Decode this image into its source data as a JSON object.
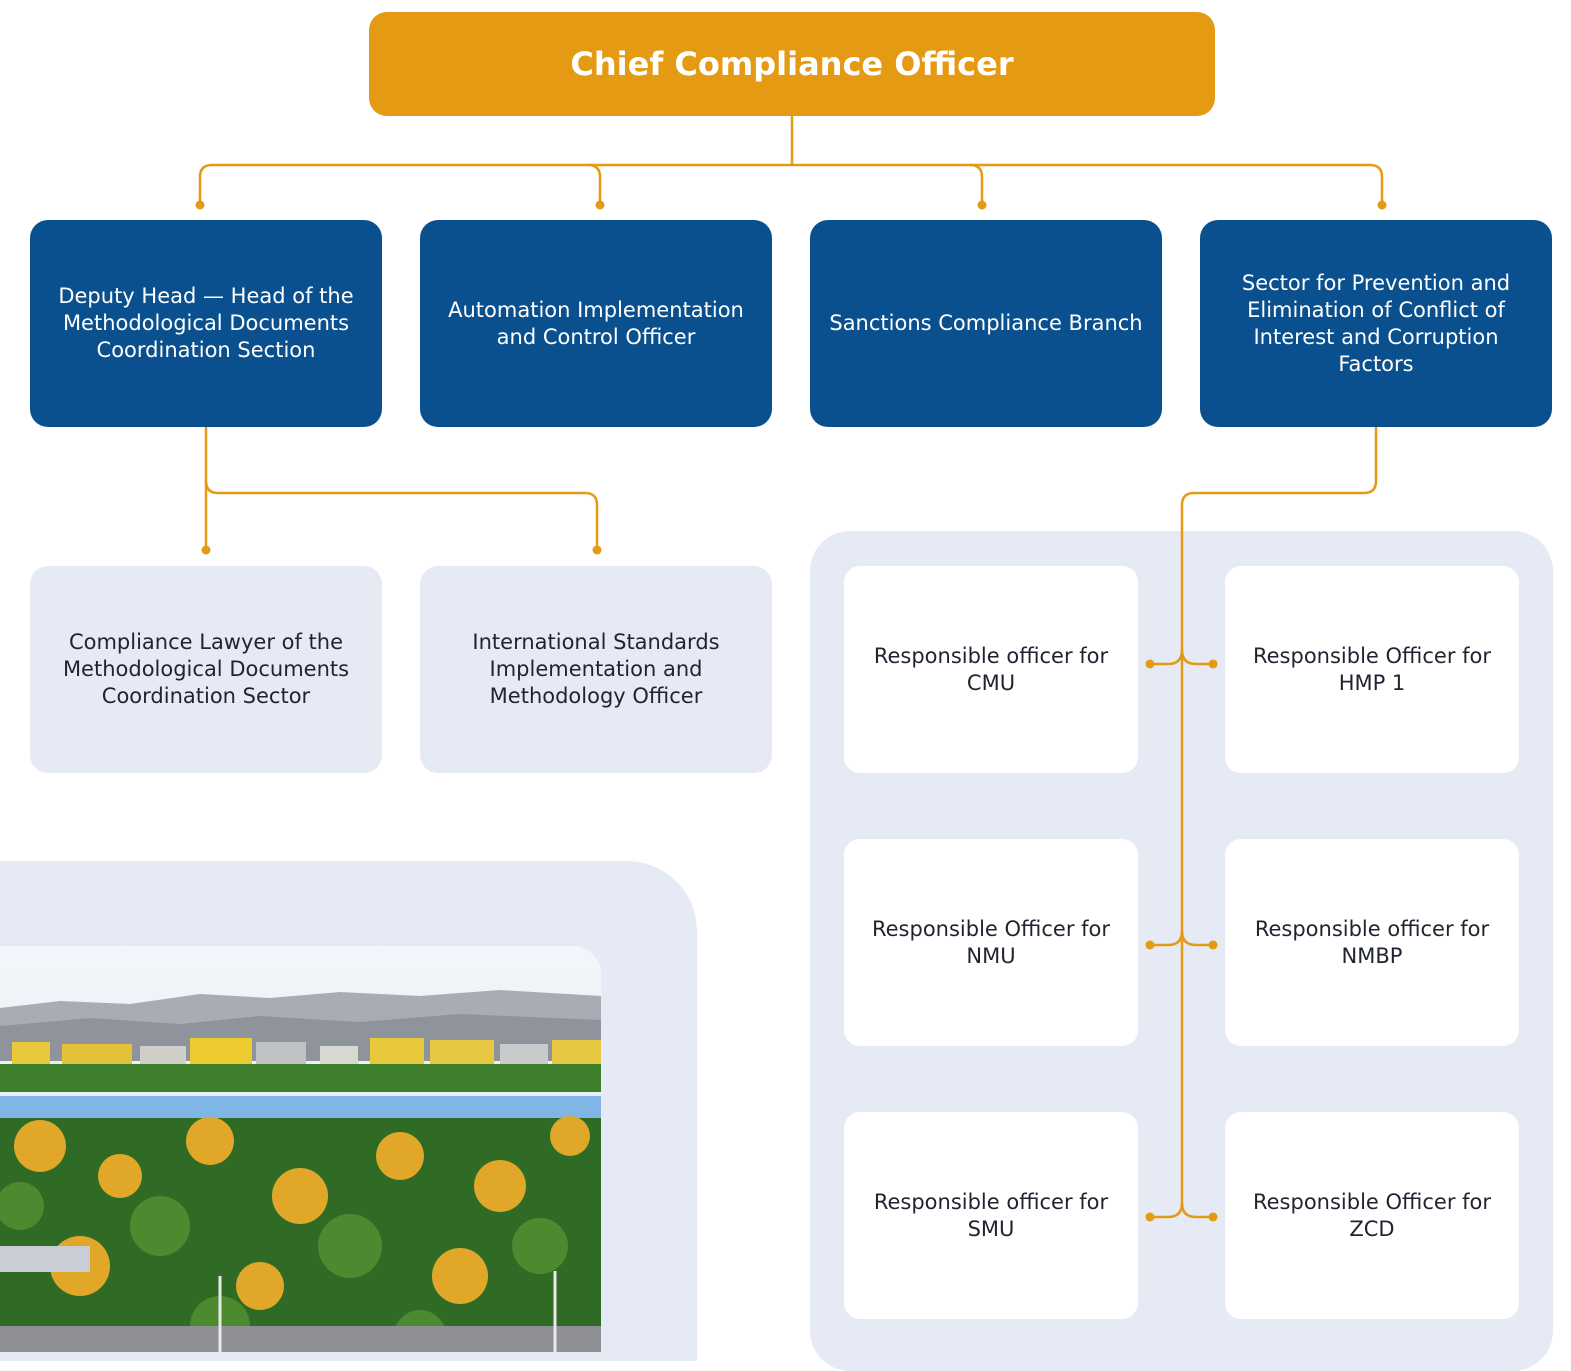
{
  "head": {
    "title": "Chief Compliance Officer"
  },
  "departments": [
    {
      "label": "Deputy Head — Head of the Methodological Documents Coordination Section"
    },
    {
      "label": "Automation Implementation and Control Officer"
    },
    {
      "label": "Sanctions Compliance Branch"
    },
    {
      "label": "Sector for Prevention and Elimination of Conflict of Interest and Corruption Factors"
    }
  ],
  "subunits": [
    {
      "label": "Compliance Lawyer of the Methodological Documents Coordination Sector"
    },
    {
      "label": "International Standards Implementation and Methodology Officer"
    }
  ],
  "officers": [
    {
      "label": "Responsible officer for CMU"
    },
    {
      "label": "Responsible Officer for HMP 1"
    },
    {
      "label": "Responsible Officer for NMU"
    },
    {
      "label": "Responsible officer for NMBP"
    },
    {
      "label": "Responsible officer for SMU"
    },
    {
      "label": "Responsible Officer for ZCD"
    }
  ],
  "colors": {
    "accent": "#E59A14",
    "department": "#0B508E",
    "panel": "#E6EAF4",
    "text_dark": "#1F2430"
  }
}
